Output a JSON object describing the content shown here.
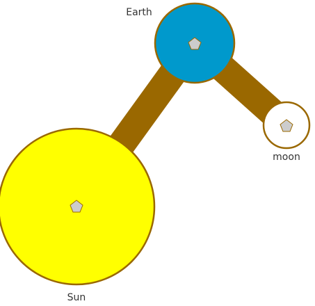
{
  "colors": {
    "background": "#ffffff",
    "link": "#9a6800",
    "node_stroke": "#9a6800",
    "marker_fill": "#cccccc",
    "marker_stroke": "#9a6800"
  },
  "nodes": [
    {
      "id": "sun",
      "label": "Sun",
      "fill": "#ffff00",
      "icon": "pentagon-icon"
    },
    {
      "id": "earth",
      "label": "Earth",
      "fill": "#0099cc",
      "icon": "pentagon-icon"
    },
    {
      "id": "moon",
      "label": "moon",
      "fill": "#ffffff",
      "icon": "pentagon-icon"
    }
  ],
  "links": [
    {
      "source": "sun",
      "target": "earth"
    },
    {
      "source": "earth",
      "target": "moon"
    }
  ]
}
